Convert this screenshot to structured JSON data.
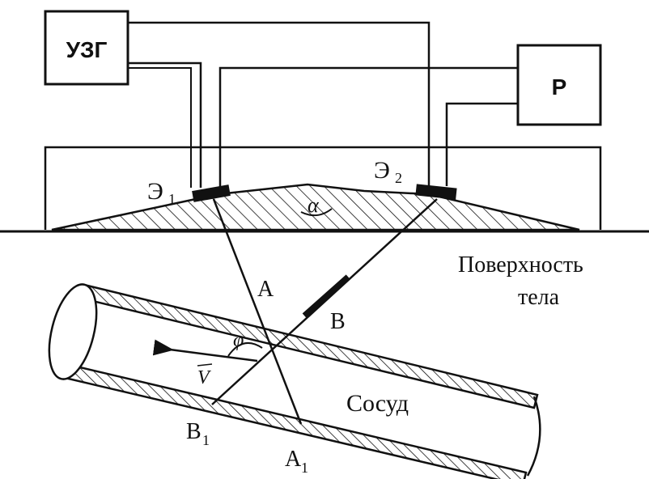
{
  "labels": {
    "generator": "УЗГ",
    "receiver": "Р",
    "emitter1": "Э",
    "emitter1_sub": "1",
    "emitter2": "Э",
    "emitter2_sub": "2",
    "alpha": "α",
    "point_a": "A",
    "point_a1": "A",
    "point_a1_sub": "1",
    "point_b": "B",
    "point_b1": "B",
    "point_b1_sub": "1",
    "phi": "φ",
    "velocity": "V",
    "vessel": "Сосуд",
    "surface_line1": "Поверхность",
    "surface_line2": "тела"
  }
}
